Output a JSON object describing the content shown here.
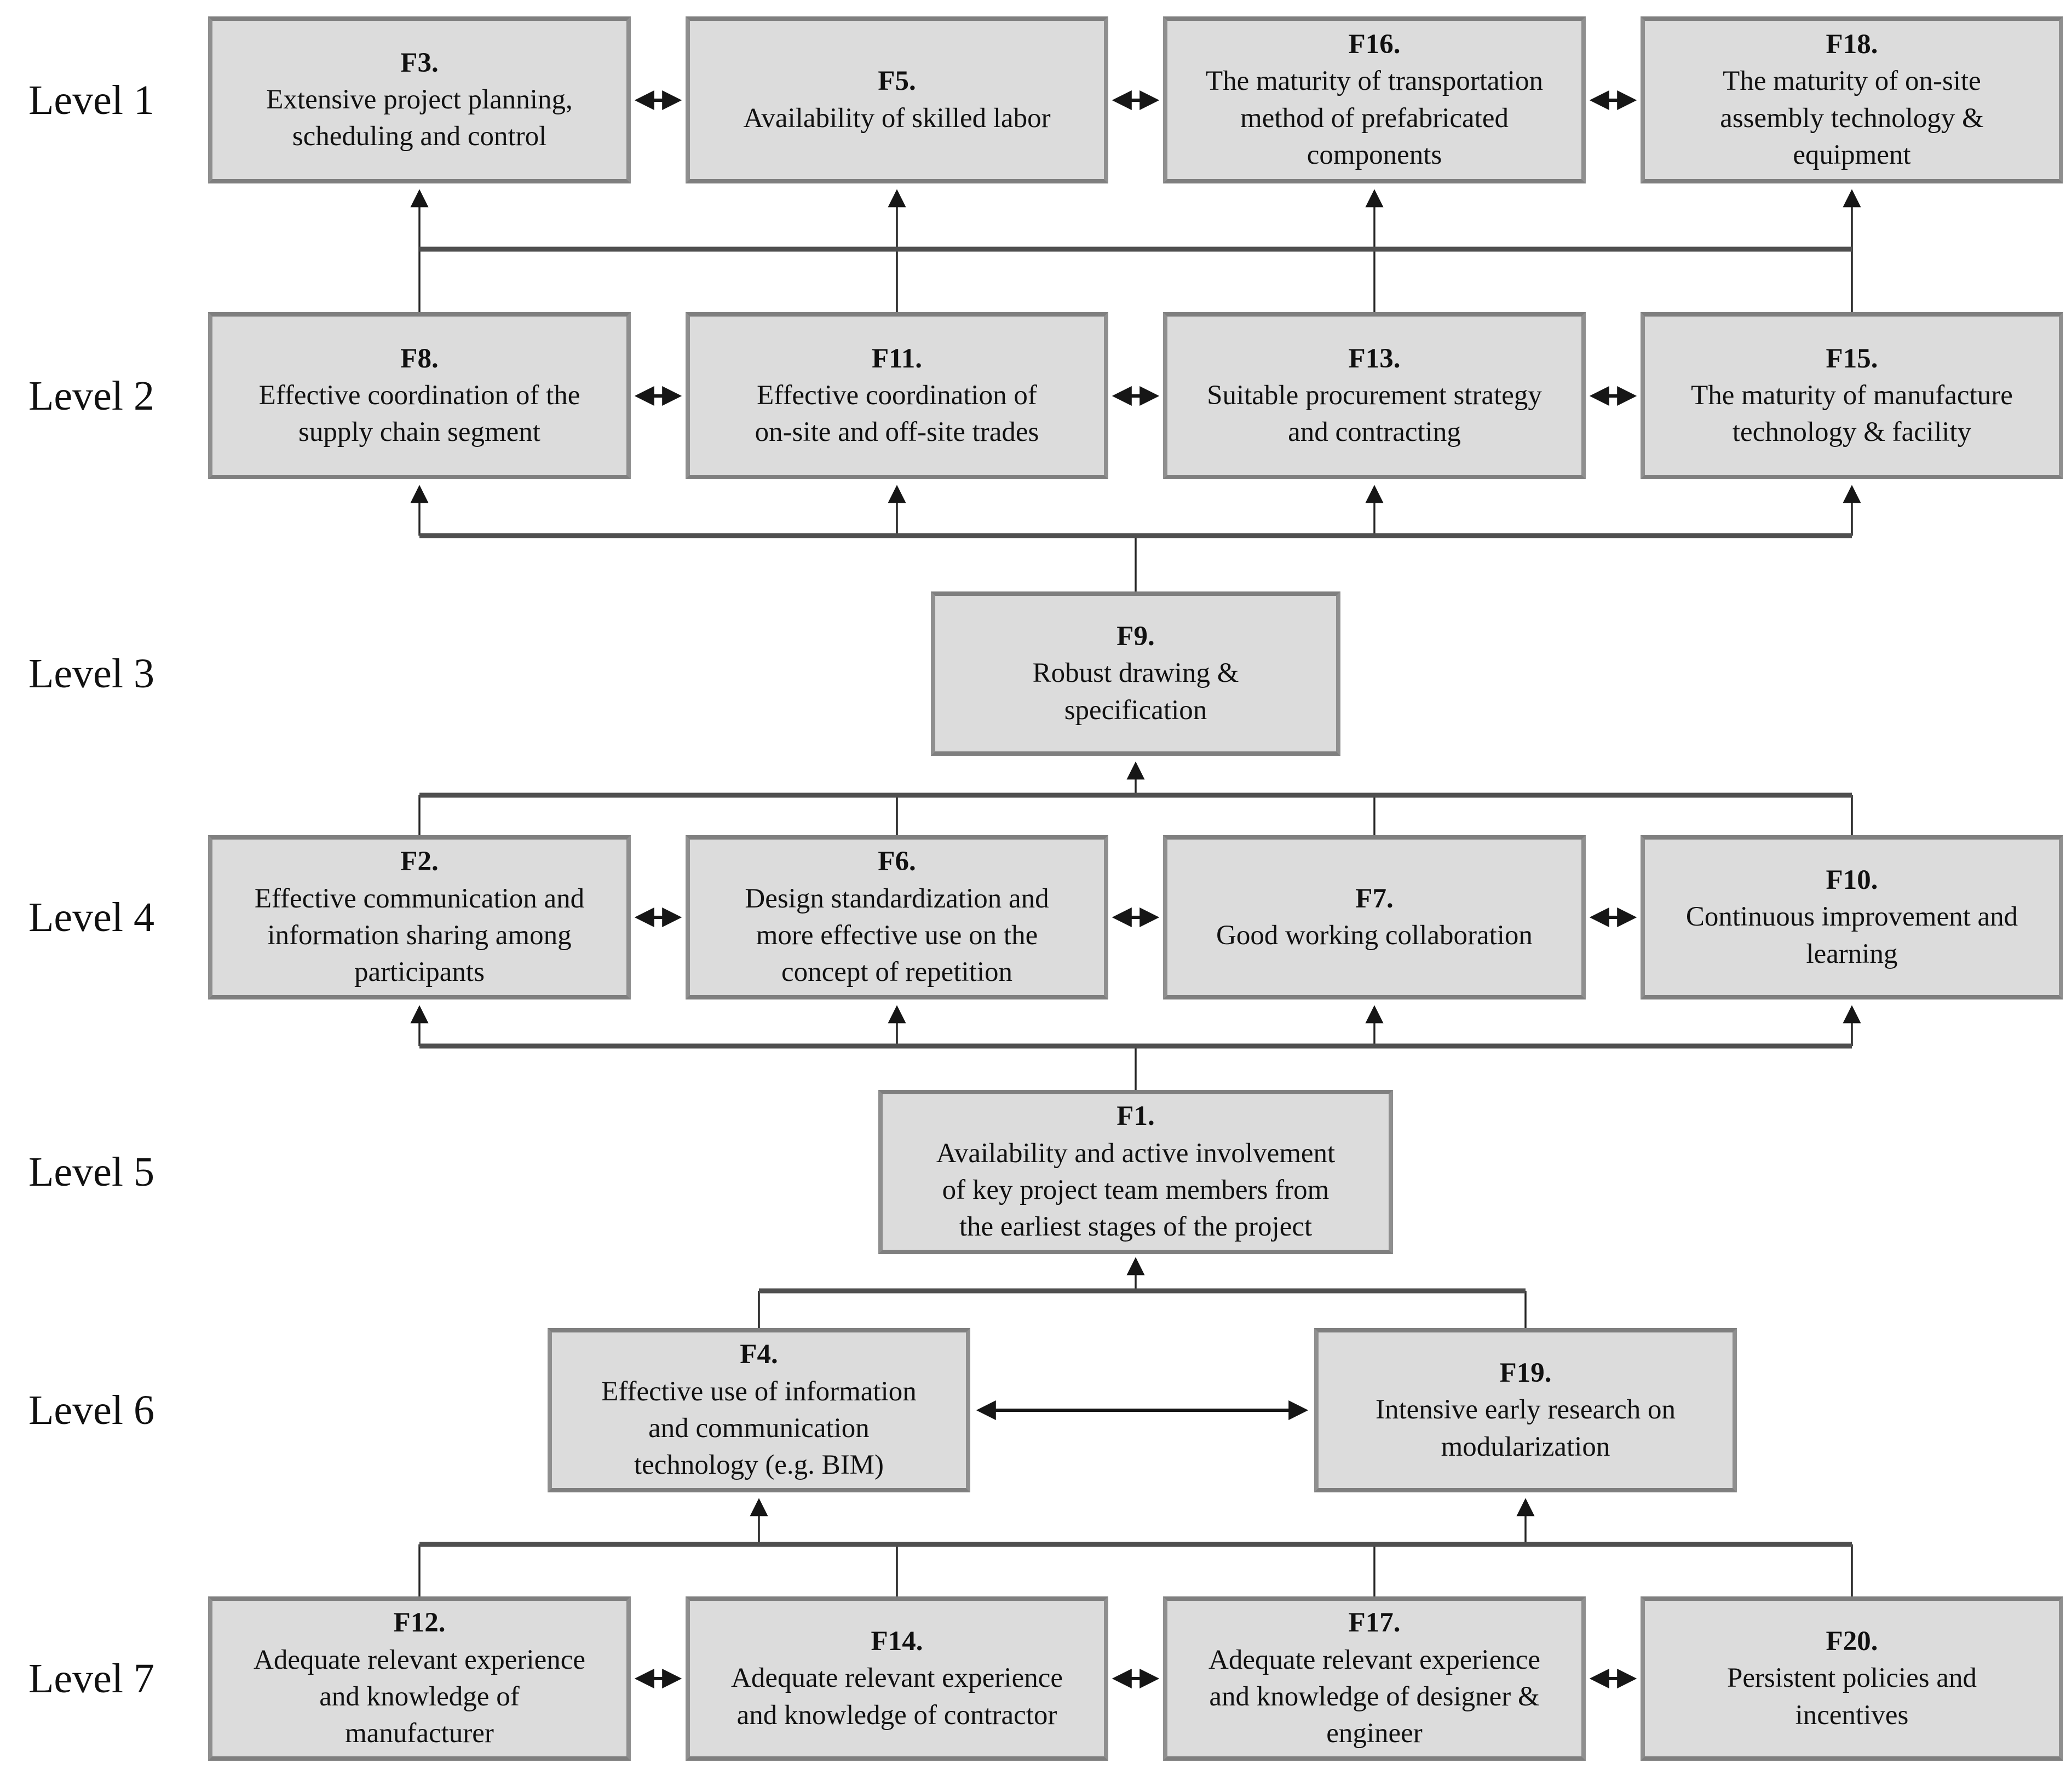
{
  "figure": {
    "type": "ISM hierarchy diagram",
    "background_color": "#ffffff",
    "box_fill_color": "#dcdcdc",
    "box_border_color": "#8f8f8f",
    "connector_color": "#4f4f4f",
    "text_color": "#111111"
  },
  "levels": [
    {
      "label": "Level 1",
      "boxes": [
        {
          "code": "F3.",
          "text": "Extensive project planning,\nscheduling and control"
        },
        {
          "code": "F5.",
          "text": "Availability of skilled labor"
        },
        {
          "code": "F16.",
          "text": "The maturity of transportation\nmethod of prefabricated\ncomponents"
        },
        {
          "code": "F18.",
          "text": "The maturity of on-site\nassembly technology &\nequipment"
        }
      ]
    },
    {
      "label": "Level 2",
      "boxes": [
        {
          "code": "F8.",
          "text": "Effective coordination of the\nsupply chain segment"
        },
        {
          "code": "F11.",
          "text": "Effective coordination of\non-site and off-site trades"
        },
        {
          "code": "F13.",
          "text": "Suitable procurement strategy\nand contracting"
        },
        {
          "code": "F15.",
          "text": "The maturity of manufacture\ntechnology & facility"
        }
      ]
    },
    {
      "label": "Level 3",
      "boxes": [
        {
          "code": "F9.",
          "text": "Robust drawing &\nspecification"
        }
      ]
    },
    {
      "label": "Level 4",
      "boxes": [
        {
          "code": "F2.",
          "text": "Effective communication and\ninformation sharing among\nparticipants"
        },
        {
          "code": "F6.",
          "text": "Design standardization and\nmore effective use on the\nconcept of repetition"
        },
        {
          "code": "F7.",
          "text": "Good working collaboration"
        },
        {
          "code": "F10.",
          "text": "Continuous improvement and\nlearning"
        }
      ]
    },
    {
      "label": "Level 5",
      "boxes": [
        {
          "code": "F1.",
          "text": "Availability and active involvement\nof key project team members from\nthe earliest stages of the project"
        }
      ]
    },
    {
      "label": "Level 6",
      "boxes": [
        {
          "code": "F4.",
          "text": "Effective use of information\nand communication\ntechnology (e.g. BIM)"
        },
        {
          "code": "F19.",
          "text": "Intensive early research on\nmodularization"
        }
      ]
    },
    {
      "label": "Level 7",
      "boxes": [
        {
          "code": "F12.",
          "text": "Adequate relevant experience\nand knowledge of\nmanufacturer"
        },
        {
          "code": "F14.",
          "text": "Adequate relevant experience\nand knowledge of contractor"
        },
        {
          "code": "F17.",
          "text": "Adequate relevant experience\nand knowledge of designer &\nengineer"
        },
        {
          "code": "F20.",
          "text": "Persistent policies and\nincentives"
        }
      ]
    }
  ]
}
